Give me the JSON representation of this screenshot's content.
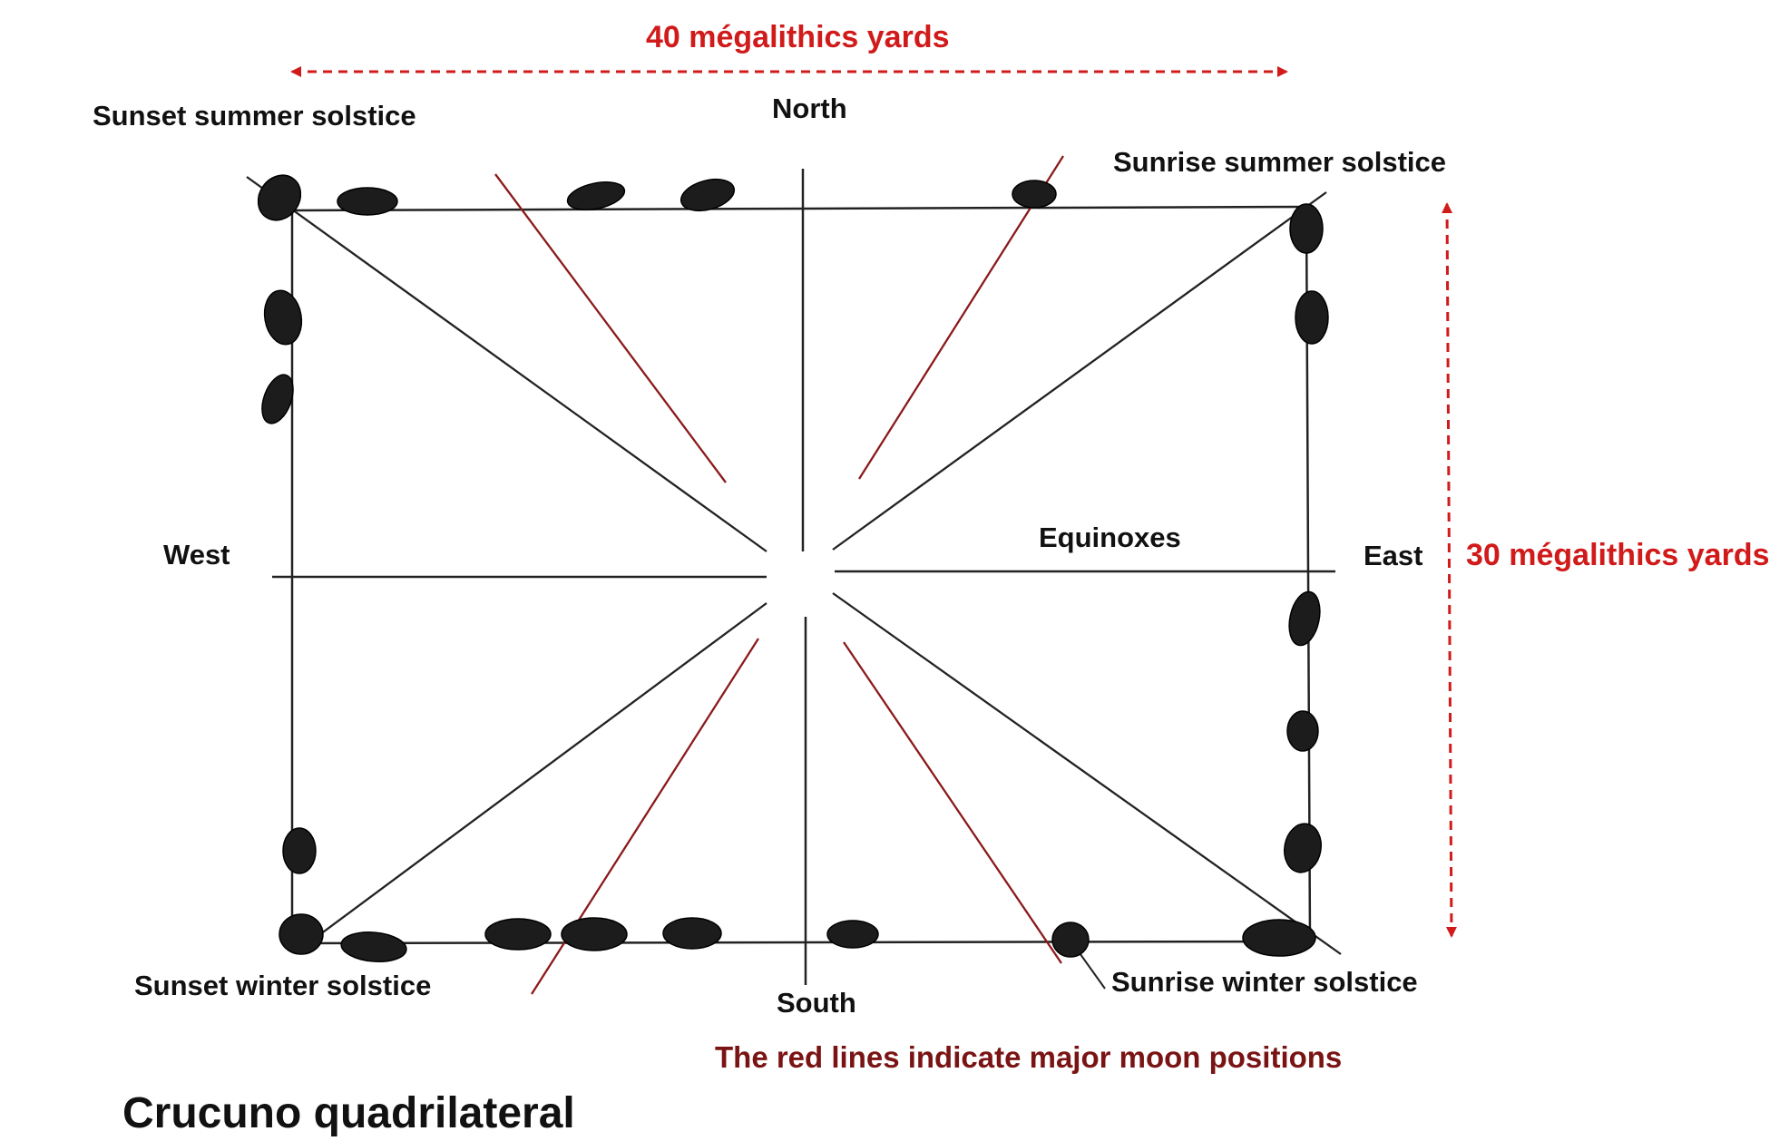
{
  "dimensions": {
    "width_label": "40 mégalithics yards",
    "height_label": "30 mégalithics yards"
  },
  "directions": {
    "north": "North",
    "south": "South",
    "east": "East",
    "west": "West"
  },
  "alignments": {
    "sunset_summer": "Sunset summer solstice",
    "sunrise_summer": "Sunrise summer solstice",
    "sunset_winter": "Sunset winter solstice",
    "sunrise_winter": "Sunrise winter solstice",
    "equinoxes": "Equinoxes"
  },
  "note": "The red lines indicate major moon positions",
  "title": "Crucuno quadrilateral",
  "colors": {
    "dimension_red": "#d11a1a",
    "moon_line": "#8b1a1a",
    "note_text": "#7a1414",
    "ink": "#222222",
    "stone": "#1c1c1c"
  }
}
